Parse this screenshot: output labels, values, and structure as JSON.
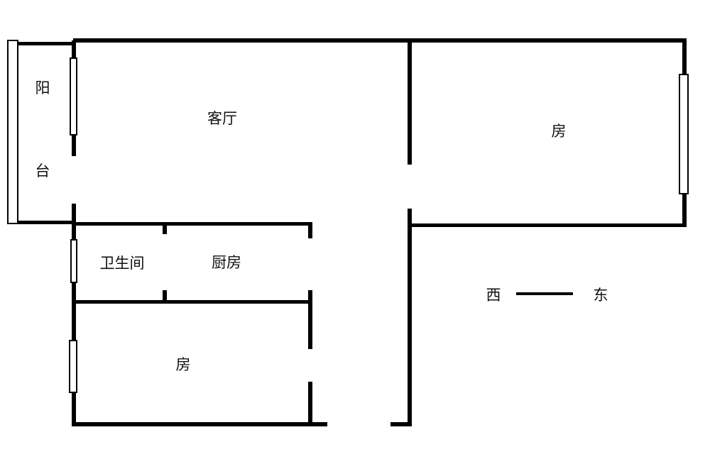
{
  "rooms": {
    "balcony_char1": "阳",
    "balcony_char2": "台",
    "living_room": "客厅",
    "bedroom_east": "房",
    "bathroom": "卫生间",
    "kitchen": "厨房",
    "bedroom_west": "房"
  },
  "orientation": {
    "west": "西",
    "east": "东"
  }
}
